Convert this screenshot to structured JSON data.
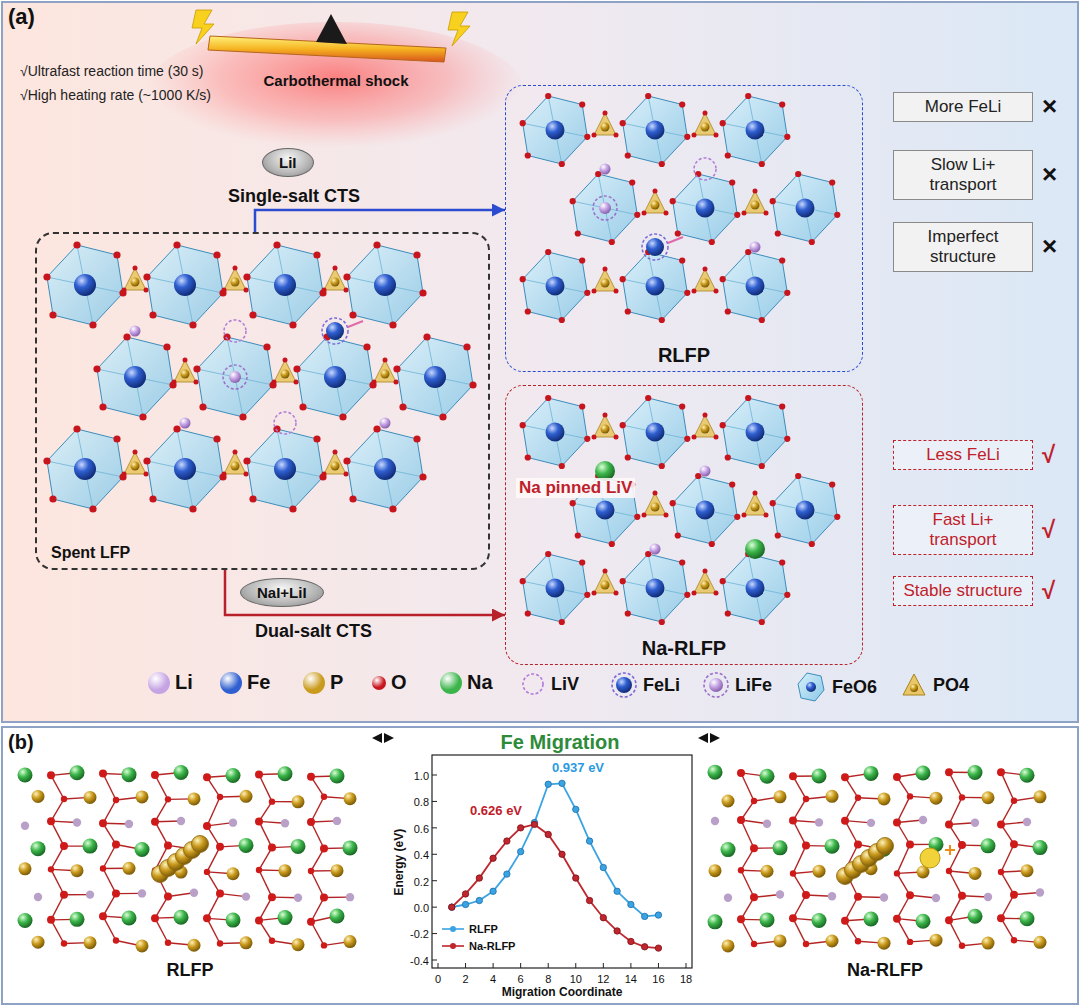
{
  "diagram": {
    "nodes": [
      {
        "text": [
          "LiI"
        ]
      },
      {
        "text": [
          "RLFP"
        ]
      },
      {
        "text": [
          "More FeLi"
        ]
      },
      {
        "text": [
          "Slow Li+ transport"
        ]
      },
      {
        "text": [
          "Imperfect structure"
        ]
      },
      {
        "text": [
          "Spent LFP"
        ]
      },
      {
        "text": [
          "NaI+LiI"
        ]
      },
      {
        "text": [
          "Na pinned LiV",
          "Na-RLFP"
        ]
      },
      {
        "text": [
          "Less FeLi"
        ]
      },
      {
        "text": [
          "Fast Li+ transport"
        ]
      },
      {
        "text": [
          "Stable structure"
        ]
      }
    ],
    "edges": [
      {
        "from": 5,
        "to": 1,
        "arrow": "to",
        "label": "Single-salt CTS"
      },
      {
        "from": 5,
        "to": 7,
        "arrow": "to",
        "label": "Dual-salt CTS"
      }
    ],
    "labels": [
      "(a)",
      "√Ultrafast reaction time (30 s)",
      "√High heating rate (~1000 K/s)",
      "Carbothermal shock",
      "×",
      "×",
      "×",
      "√",
      "√",
      "√",
      "(b)",
      "Fe Migration",
      "0.937 eV",
      "0.626 eV",
      "Energy (eV)",
      "Migration Coordinate",
      "1.0",
      "0.8",
      "0.6",
      "0.4",
      "0.2",
      "0.0",
      "-0.2",
      "-0.4",
      "0",
      "2",
      "4",
      "6",
      "8",
      "10",
      "12",
      "14",
      "16",
      "18",
      "RLFP",
      "Na-RLFP"
    ],
    "legend": [
      {
        "text": "Li",
        "color": "#c6a4e4"
      },
      {
        "text": "Fe",
        "color": "#2f5fd0"
      },
      {
        "text": "P",
        "color": "#c99a1c"
      },
      {
        "text": "O",
        "color": "#c8141c"
      },
      {
        "text": "Na",
        "color": "#3bb54a"
      },
      {
        "text": "LiV"
      },
      {
        "text": "FeLi"
      },
      {
        "text": "LiFe"
      },
      {
        "text": "FeO6"
      },
      {
        "text": "PO4"
      },
      {
        "text": "RLFP"
      },
      {
        "text": "Na-RLFP"
      }
    ]
  }
}
